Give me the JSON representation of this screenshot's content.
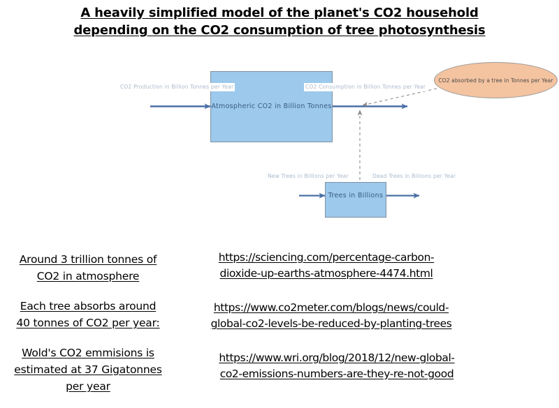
{
  "title": {
    "line1": "A heavily simplified model of the planet's CO2 household",
    "line2": "depending on the CO2 consumption of tree photosynthesis"
  },
  "diagram": {
    "stocks": [
      {
        "id": "atmosphere",
        "label": "Atmospheric CO2 in Billion Tonnes"
      },
      {
        "id": "trees",
        "label": "Trees in Billions"
      }
    ],
    "flows": [
      {
        "id": "co2-production",
        "label": "CO2 Production in Billion Tonnes per Year"
      },
      {
        "id": "co2-consumption",
        "label": "CO2 Consumption in Billion Tonnes per Year"
      },
      {
        "id": "new-trees",
        "label": "New Trees in Billions per Year"
      },
      {
        "id": "dead-trees",
        "label": "Dead Trees in Billions per Year"
      }
    ],
    "variables": [
      {
        "id": "co2-absorbed",
        "label": "CO2 absorbed by a tree in Tonnes per Year"
      }
    ],
    "colors": {
      "stock_fill": "#9CC9EC",
      "stock_border": "#7F8FA0",
      "variable_fill": "#F4C3A0",
      "variable_border": "#9A9A9A",
      "flow_arrow": "#4A6FA5",
      "flow_label_text": "#A9BACB",
      "link_dashed": "#9A9A9A",
      "stock_label_text": "#3A5A86"
    }
  },
  "notes": [
    {
      "line1": "Around 3 trillion tonnes of",
      "line2": "CO2 in atmosphere"
    },
    {
      "line1": "Each tree absorbs around",
      "line2": "40 tonnes of CO2 per year:"
    },
    {
      "line1": "Wold's CO2 emmisions is",
      "line2": "estimated at 37 Gigatonnes",
      "line3": "per year"
    }
  ],
  "links": [
    {
      "line1": "https://sciencing.com/percentage-carbon-",
      "line2": "dioxide-up-earths-atmosphere-4474.html"
    },
    {
      "line1": "https://www.co2meter.com/blogs/news/could-",
      "line2": "global-co2-levels-be-reduced-by-planting-trees"
    },
    {
      "line1": "https://www.wri.org/blog/2018/12/new-global-",
      "line2": "co2-emissions-numbers-are-they-re-not-good"
    }
  ]
}
